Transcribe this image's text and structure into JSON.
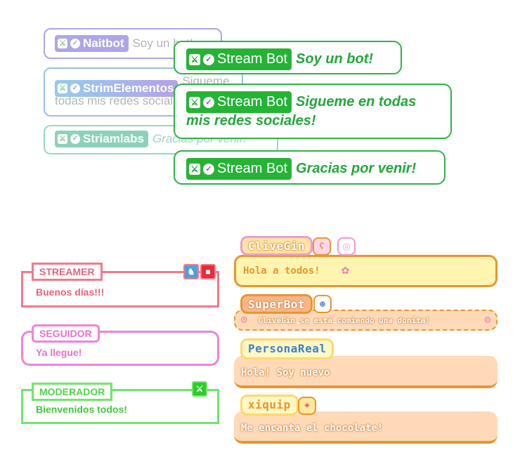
{
  "ghost_chat": [
    {
      "user": "Naitbot",
      "text": "Soy un bot!"
    },
    {
      "user": "StrimElementos",
      "text": "Sigueme en",
      "text2": "todas mis redes sociales"
    },
    {
      "user": "Striamlabs",
      "text": "Gracias por venir!"
    }
  ],
  "stream_bot": {
    "name": "Stream Bot",
    "messages": [
      {
        "line1": "Soy un bot!"
      },
      {
        "line1": "Sigueme en todas",
        "line2": "mis redes sociales!"
      },
      {
        "line1": "Gracias por venir!"
      }
    ]
  },
  "role_cards": {
    "streamer": {
      "role": "STREAMER",
      "message": "Buenos días!!!"
    },
    "seguidor": {
      "role": "SEGUIDOR",
      "message": "Ya llegue!"
    },
    "moderador": {
      "role": "MODERADOR",
      "message": "Bienvenidos todos!"
    }
  },
  "cute_chat": {
    "m1": {
      "user": "CliveGin",
      "message": "Hola a todos!"
    },
    "m2": {
      "user": "SuperBot",
      "message": "CliveGin se está comiendo una donita!"
    },
    "m3": {
      "user": "PersonaReal",
      "message": "Hola! Soy nuevo"
    },
    "m4": {
      "user": "xiquip",
      "message": "Me encanta el chocolate!"
    }
  },
  "colors": {
    "stream_bot_green": "#25b336",
    "streamer_pink": "#f07b8a",
    "seguidor_magenta": "#ef83d8",
    "moderador_green": "#72e56c",
    "cute_yellow": "#fff5b0",
    "cute_peach": "#ffd9b8",
    "cute_border": "#e8962e"
  }
}
